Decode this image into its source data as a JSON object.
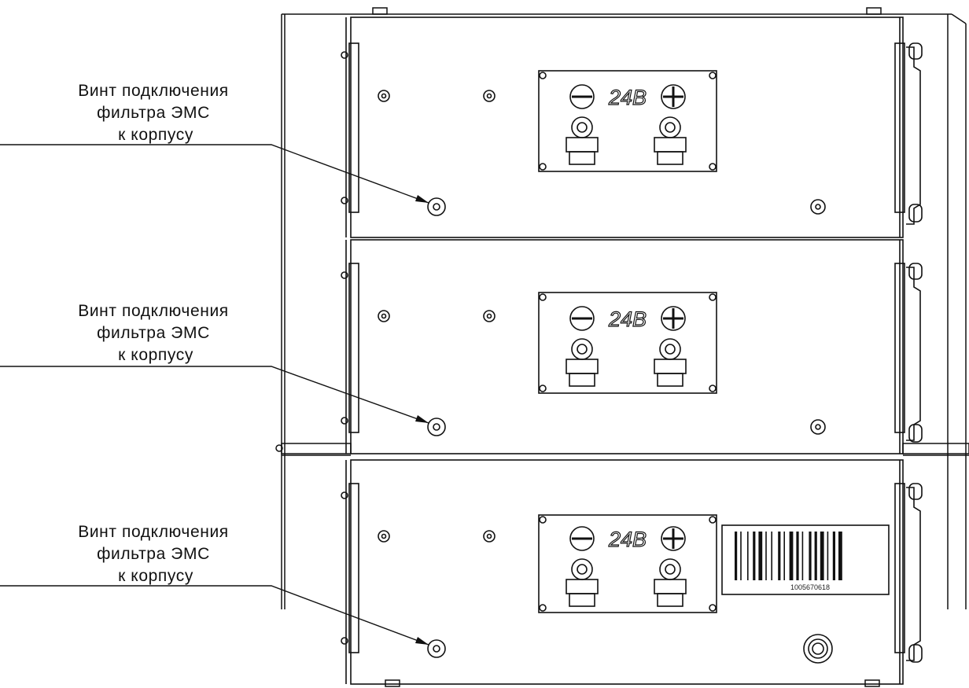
{
  "callouts": [
    {
      "lines": [
        "Винт подключения",
        "фильтра ЭМС",
        "к корпусу"
      ]
    },
    {
      "lines": [
        "Винт подключения",
        "фильтра ЭМС",
        "к корпусу"
      ]
    },
    {
      "lines": [
        "Винт подключения",
        "фильтра ЭМС",
        "к корпусу"
      ]
    }
  ],
  "modules": [
    {
      "terminal_label": "24В",
      "minus_symbol": "minus-icon",
      "plus_symbol": "plus-icon"
    },
    {
      "terminal_label": "24В",
      "minus_symbol": "minus-icon",
      "plus_symbol": "plus-icon"
    },
    {
      "terminal_label": "24В",
      "minus_symbol": "minus-icon",
      "plus_symbol": "plus-icon"
    }
  ],
  "barcode": {
    "number": "1005670618"
  },
  "colors": {
    "line": "#111111",
    "background": "#ffffff"
  }
}
